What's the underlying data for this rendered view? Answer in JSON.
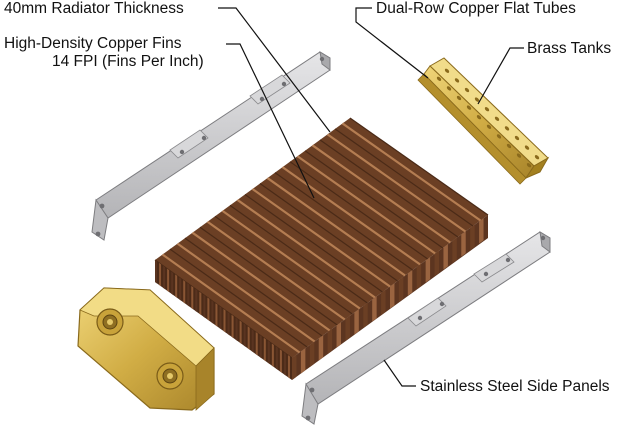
{
  "labels": {
    "thickness": "40mm Radiator Thickness",
    "fins_line1": "High-Density Copper Fins",
    "fins_line2": "14 FPI (Fins Per Inch)",
    "tubes": "Dual-Row Copper Flat Tubes",
    "tanks": "Brass Tanks",
    "panels": "Stainless Steel Side Panels"
  },
  "colors": {
    "background": "#ffffff",
    "copper_dark": "#5a3420",
    "copper_mid": "#8a5634",
    "copper_light": "#b47d52",
    "brass": "#c9a33a",
    "brass_light": "#e8cd6b",
    "steel": "#c9c9cb",
    "steel_dark": "#8e8e91",
    "leader": "#111111"
  }
}
